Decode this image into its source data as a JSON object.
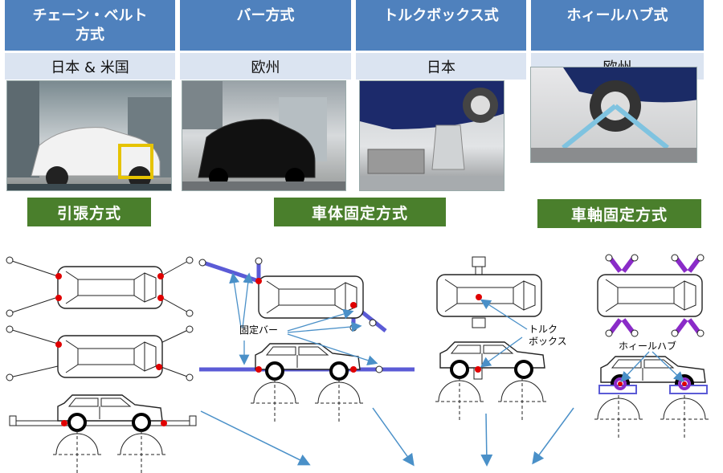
{
  "columns": [
    {
      "header": "チェーン・ベルト\n方式",
      "region": "日本 & 米国"
    },
    {
      "header": "バー方式",
      "region": "欧州"
    },
    {
      "header": "トルクボックス式",
      "region": "日本"
    },
    {
      "header": "ホィールハブ式",
      "region": "欧州"
    }
  ],
  "categories": {
    "tension": "引張方式",
    "body_fixed": "車体固定方式",
    "axle_fixed": "車軸固定方式"
  },
  "labels": {
    "fixed_bar": "固定バー",
    "torque_box": "トルク\nボックス",
    "wheel_hub": "ホィールハブ"
  },
  "colors": {
    "header_bg": "#4f81bd",
    "region_bg": "#dbe4f1",
    "category_bg": "#4a7f2c",
    "arrow": "#4a90c8",
    "mount": "#e00000",
    "bar": "#5b5bd6",
    "hub_arm": "#8a2bc8"
  }
}
